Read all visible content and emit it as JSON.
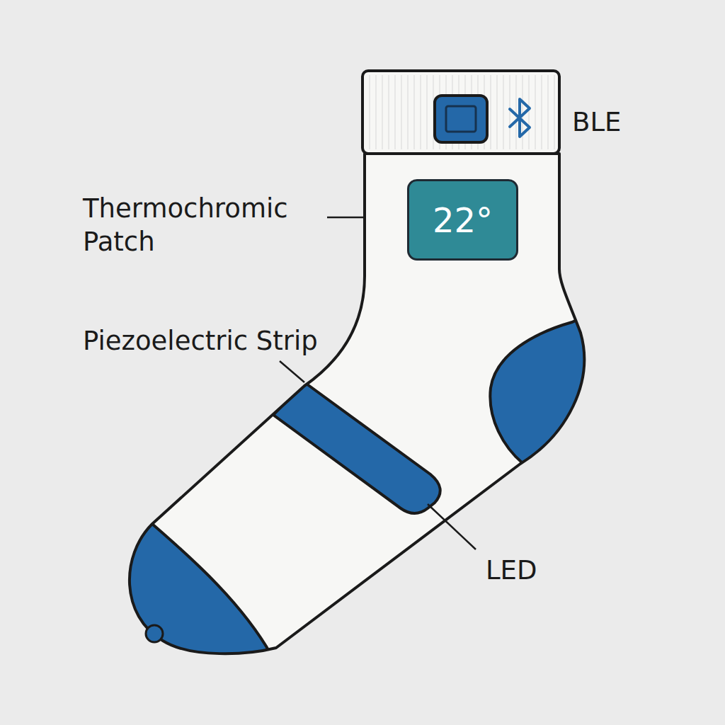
{
  "diagram": {
    "nodes": [
      {
        "text": [
          "22°"
        ]
      }
    ],
    "labels": [
      "BLE",
      "Thermochromic Patch",
      "Piezoelectric Strip",
      "LED"
    ]
  }
}
